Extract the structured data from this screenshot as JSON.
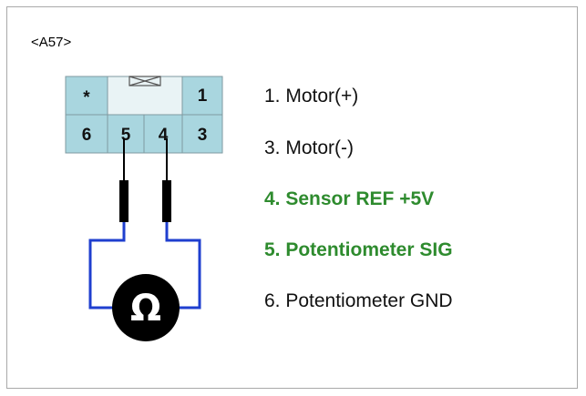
{
  "connector": {
    "label": "<A57>",
    "cells": {
      "top_left": "*",
      "top_right": "1",
      "bottom": [
        "6",
        "5",
        "4",
        "3"
      ]
    }
  },
  "meter_symbol": "Ω",
  "pins": [
    {
      "text": "1. Motor(+)",
      "highlight": false
    },
    {
      "text": "3. Motor(-)",
      "highlight": false
    },
    {
      "text": "4. Sensor REF +5V",
      "highlight": true
    },
    {
      "text": "5. Potentiometer SIG",
      "highlight": true
    },
    {
      "text": "6. Potentiometer GND",
      "highlight": false
    }
  ],
  "colors": {
    "cell_fill": "#a9d6df",
    "latch_fill": "#e9f3f5",
    "wire_probe": "#1f3fcf",
    "highlight_text": "#2e8b2e"
  }
}
